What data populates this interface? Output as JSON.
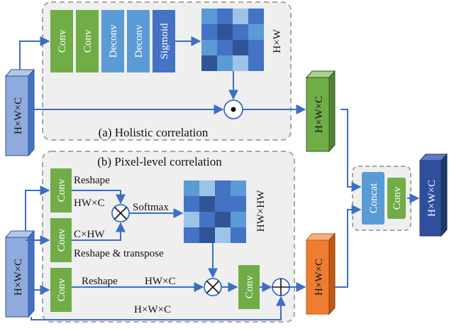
{
  "colors": {
    "arrow": "#3a6fc4",
    "panel_bg": "#efefef",
    "panel_border": "#a6a6a6",
    "conv_green": "#70ad47",
    "deconv_blue": "#5b9bd5",
    "sigmoid_blue": "#4472c4",
    "feature_blue": "#8faadc",
    "output_green": "#548235",
    "output_orange": "#ed7d31",
    "concat_blue": "#5b9bd5",
    "final_navy": "#2f4f9e"
  },
  "holistic": {
    "caption": "(a) Holistic correlation",
    "blocks": [
      "Conv",
      "Conv",
      "Deconv",
      "Deconv",
      "Sigmoid"
    ],
    "map_label": "H×W",
    "input_label": "H×W×C",
    "output_label": "H×W×C",
    "multiply_symbol": "⊙"
  },
  "pixel": {
    "caption": "(b) Pixel-level correlation",
    "input_label": "H×W×C",
    "conv1": "Conv",
    "conv2": "Conv",
    "conv3": "Conv",
    "conv4": "Conv",
    "reshape1": "Reshape",
    "hwc1": "HW×C",
    "chw": "C×HW",
    "reshape_transpose": "Reshape & transpose",
    "softmax": "Softmax",
    "map_label": "HW×HW",
    "reshape2": "Reshape",
    "hwc2": "HW×C",
    "skip_label": "H×W×C",
    "times1": "⊗",
    "times2": "⊗",
    "plus": "⊕",
    "output_label": "H×W×C"
  },
  "fusion": {
    "concat": "Concat",
    "conv": "Conv",
    "output_label": "H×W×C"
  }
}
